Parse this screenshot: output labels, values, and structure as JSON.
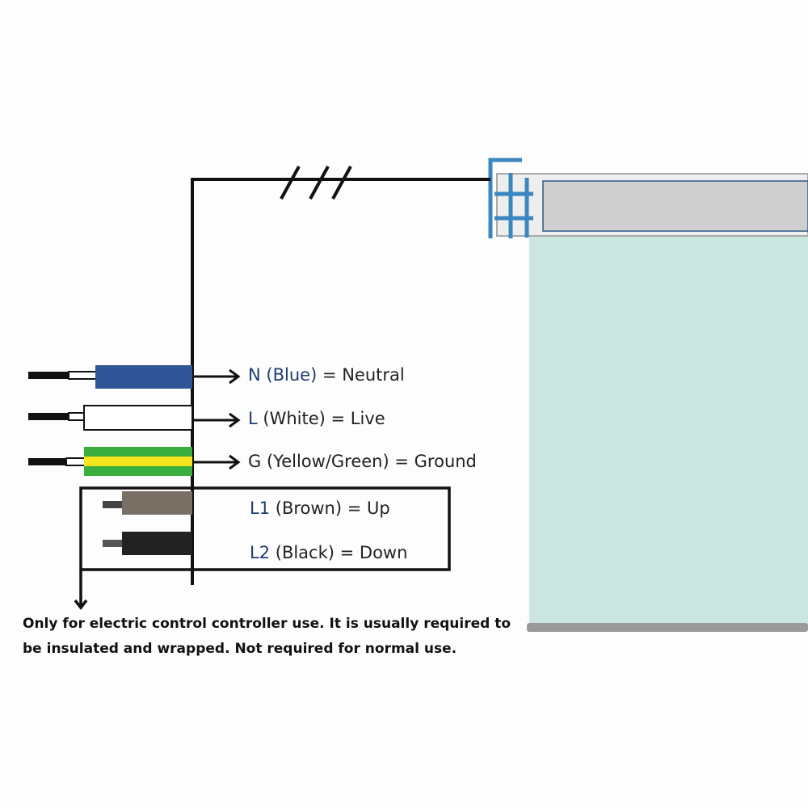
{
  "wires": [
    {
      "code": "N",
      "color_name": "(Blue)",
      "meaning": "= Neutral",
      "color": "#2f5597"
    },
    {
      "code": "L",
      "color_name": "(White)",
      "meaning": "= Live",
      "color": "#ffffff"
    },
    {
      "code": "G",
      "color_name": "(Yellow/Green)",
      "meaning": "= Ground",
      "color": "#3aae3e"
    },
    {
      "code": "L1",
      "color_name": "(Brown)",
      "meaning": "= Up",
      "color": "#7a6f64"
    },
    {
      "code": "L2",
      "color_name": "(Black)",
      "meaning": "= Down",
      "color": "#222222"
    }
  ],
  "note": {
    "line1": "Only for electric control controller use. It is usually required to",
    "line2": "be insulated and wrapped. Not required for normal use."
  },
  "colors": {
    "bracket": "#3a86c0",
    "fabric": "#cbe5e0",
    "tube": "#d0d0d0"
  }
}
